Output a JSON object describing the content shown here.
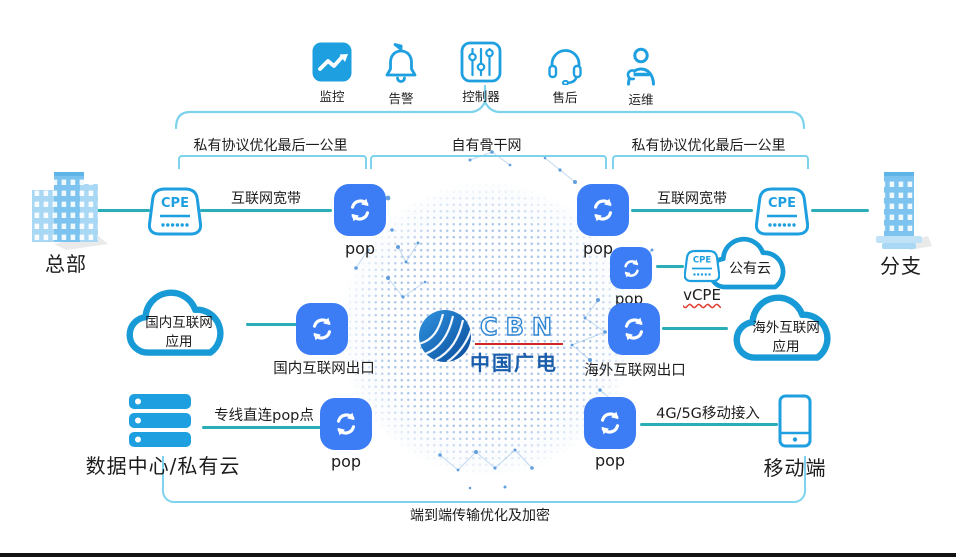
{
  "colors": {
    "icon_blue": "#1e9fe0",
    "pop_blue": "#3c7df5",
    "cloud_blue": "#189ad6",
    "line_teal": "#29adb6",
    "bracket_cyan": "#7ed3ec",
    "brand_blue": "#1a5dab",
    "brand_red": "#cf2525"
  },
  "header_icons": [
    {
      "label": "监控",
      "icon": "monitor-chart-icon"
    },
    {
      "label": "告警",
      "icon": "alarm-bell-icon"
    },
    {
      "label": "控制器",
      "icon": "controller-sliders-icon"
    },
    {
      "label": "售后",
      "icon": "after-sales-headset-icon"
    },
    {
      "label": "运维",
      "icon": "ops-wrench-person-icon"
    }
  ],
  "sections": [
    {
      "label": "私有协议优化最后一公里"
    },
    {
      "label": "自有骨干网"
    },
    {
      "label": "私有协议优化最后一公里"
    }
  ],
  "brand": {
    "wordmark": "CBN",
    "name_cn": "中国广电"
  },
  "nodes": {
    "hq": "总部",
    "branch": "分支",
    "cpe": "CPE",
    "vcpe": "vCPE",
    "pop": "pop",
    "public_cloud": "公有云",
    "domestic_cloud": {
      "line1": "国内互联网",
      "line2": "应用"
    },
    "overseas_cloud": {
      "line1": "海外互联网",
      "line2": "应用"
    },
    "domestic_exit": "国内互联网出口",
    "overseas_exit": "海外互联网出口",
    "datacenter": "数据中心/私有云",
    "mobile": "移动端"
  },
  "links": {
    "broadband": "互联网宽带",
    "leased_line": "专线直连pop点",
    "mobile_access": "4G/5G移动接入",
    "bottom_note": "端到端传输优化及加密"
  }
}
